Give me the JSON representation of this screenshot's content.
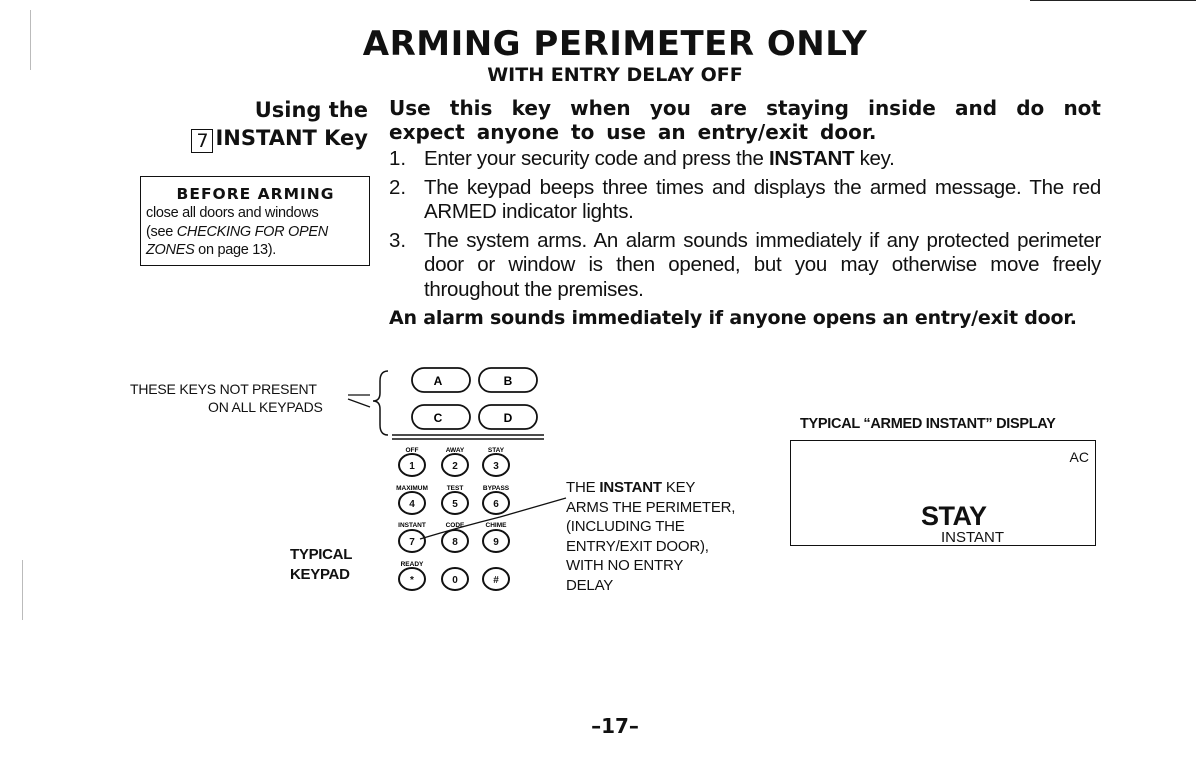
{
  "title": "ARMING PERIMETER ONLY",
  "subtitle": "WITH ENTRY DELAY OFF",
  "side_heading": {
    "line1": "Using the",
    "key_digit": "7",
    "line2": "INSTANT Key"
  },
  "before_arming": {
    "heading": "BEFORE ARMING",
    "line1": "close all doors and windows",
    "line2_pre": "(see ",
    "line2_italic": "CHECKING FOR OPEN",
    "line3_italic": "ZONES",
    "line3_post": " on page 13)."
  },
  "intro": "Use this key when you are staying inside and do not expect anyone to use an entry/exit door.",
  "steps": [
    {
      "num": "1.",
      "pre": "Enter your security code and press the ",
      "bold": "INSTANT",
      "post": " key."
    },
    {
      "num": "2.",
      "pre": "The keypad beeps three times and displays the armed message. The red ARMED indicator lights.",
      "bold": "",
      "post": ""
    },
    {
      "num": "3.",
      "pre": "The system arms. An alarm sounds immediately if any protected perimeter door or window is then opened, but you may otherwise move freely throughout the premises.",
      "bold": "",
      "post": ""
    }
  ],
  "warning": "An alarm sounds immediately if anyone opens an entry/exit door.",
  "keys_note": {
    "line1": "THESE KEYS NOT PRESENT",
    "line2": "ON ALL KEYPADS"
  },
  "keypad_label": {
    "line1": "TYPICAL",
    "line2": "KEYPAD"
  },
  "keypad": {
    "letter_keys": [
      "A",
      "B",
      "C",
      "D"
    ],
    "function_labels": [
      "OFF",
      "AWAY",
      "STAY",
      "MAXIMUM",
      "TEST",
      "BYPASS",
      "INSTANT",
      "CODE",
      "CHIME",
      "READY"
    ],
    "digit_keys": [
      "1",
      "2",
      "3",
      "4",
      "5",
      "6",
      "7",
      "8",
      "9",
      "*",
      "0",
      "#"
    ]
  },
  "instant_note": {
    "line1_pre": "THE ",
    "line1_bold": "INSTANT",
    "line1_post": " KEY",
    "line2": "ARMS THE PERIMETER,",
    "line3": "(INCLUDING THE",
    "line4": "ENTRY/EXIT DOOR),",
    "line5": "WITH NO ENTRY",
    "line6": "DELAY"
  },
  "display": {
    "title": "TYPICAL “ARMED INSTANT” DISPLAY",
    "ac": "AC",
    "stay": "STAY",
    "instant": "INSTANT"
  },
  "page_number": "–17–"
}
